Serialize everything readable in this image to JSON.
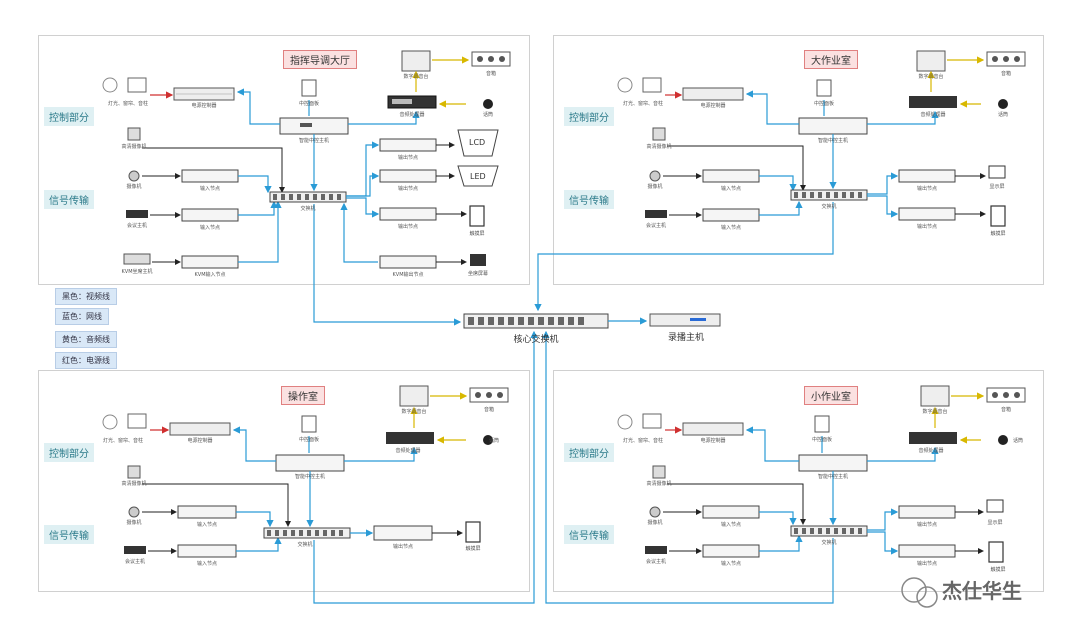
{
  "rooms": {
    "r1": {
      "title": "指挥导调大厅",
      "control": "控制部分",
      "signal": "信号传输",
      "lights": "灯光、窗帘、音柱",
      "power": "电源控制器",
      "touch": "中控面板",
      "central": "智能中控主机",
      "audio": "音频处理器",
      "mixer": "数字调音台",
      "speakers": "音箱",
      "mic": "话筒",
      "camera": "高清摄像机",
      "recorder": "摄像机",
      "host": "会议主机",
      "kvm": "KVM坐席主机",
      "inA": "输入节点",
      "inB": "输入节点",
      "inC": "KVM输入节点",
      "switch": "交换机",
      "outA": "输出节点",
      "outB": "输出节点",
      "outC": "输出节点",
      "outD": "KVM输出节点",
      "lcd": "LCD",
      "led": "LED",
      "pad": "触摸屏",
      "seat": "坐席屏幕"
    },
    "r2": {
      "title": "大作业室",
      "control": "控制部分",
      "signal": "信号传输",
      "lights": "灯光、窗帘、音柱",
      "power": "电源控制器",
      "touch": "中控面板",
      "central": "智能中控主机",
      "audio": "音频处理器",
      "mixer": "数字调音台",
      "speakers": "音箱",
      "mic": "话筒",
      "camera": "高清摄像机",
      "recorder": "摄像机",
      "host": "会议主机",
      "inA": "输入节点",
      "inB": "输入节点",
      "switch": "交换机",
      "outA": "输出节点",
      "outB": "输出节点",
      "disp": "显示屏",
      "pad": "触摸屏"
    },
    "r3": {
      "title": "操作室",
      "control": "控制部分",
      "signal": "信号传输",
      "lights": "灯光、窗帘、音柱",
      "power": "电源控制器",
      "touch": "中控面板",
      "central": "智能中控主机",
      "audio": "音频处理器",
      "mixer": "数字调音台",
      "speakers": "音箱",
      "mic": "话筒",
      "camera": "高清摄像机",
      "recorder": "摄像机",
      "host": "会议主机",
      "inA": "输入节点",
      "inB": "输入节点",
      "switch": "交换机",
      "outA": "输出节点",
      "pad": "触摸屏"
    },
    "r4": {
      "title": "小作业室",
      "control": "控制部分",
      "signal": "信号传输",
      "lights": "灯光、窗帘、音柱",
      "power": "电源控制器",
      "touch": "中控面板",
      "central": "智能中控主机",
      "audio": "音频处理器",
      "mixer": "数字调音台",
      "speakers": "音箱",
      "mic": "话筒",
      "camera": "高清摄像机",
      "recorder": "摄像机",
      "host": "会议主机",
      "inA": "输入节点",
      "inB": "输入节点",
      "switch": "交换机",
      "outA": "输出节点",
      "outB": "输出节点",
      "disp": "显示屏",
      "pad": "触摸屏"
    }
  },
  "legend": [
    "黑色：视频线",
    "蓝色：网线",
    "黄色：音频线",
    "红色：电源线"
  ],
  "core": {
    "switch": "核心交换机",
    "recorder": "录播主机"
  },
  "watermark": "杰仕华生",
  "colors": {
    "video": "#222222",
    "network": "#2a9bd6",
    "audio": "#f0d000",
    "power": "#d03030"
  }
}
